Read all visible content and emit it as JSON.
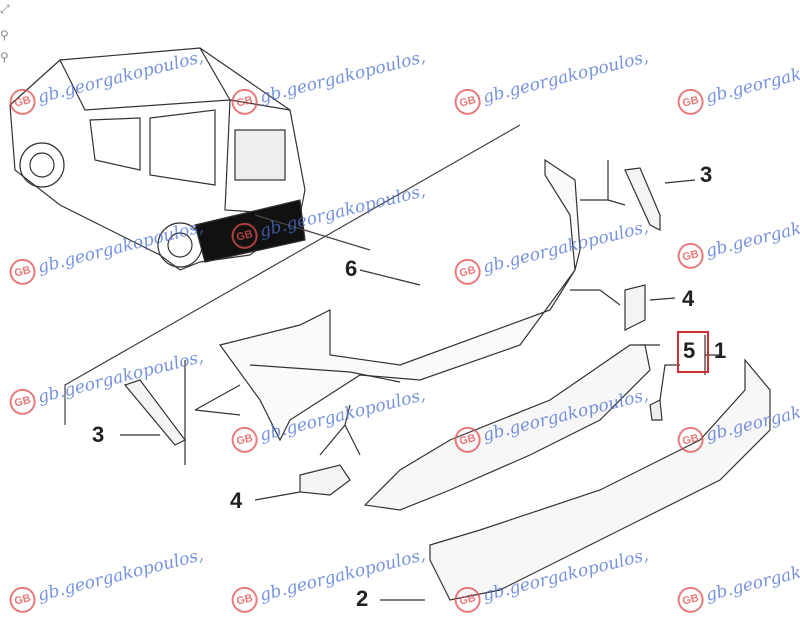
{
  "callouts": [
    "1",
    "2",
    "3",
    "3",
    "4",
    "4",
    "5",
    "6"
  ],
  "watermark": {
    "text": "gb.georgakopoulos,",
    "logo": "GB"
  },
  "tools": {
    "expand_icon": "expand-icon",
    "zoom_in_icon": "zoom-in-icon",
    "zoom_out_icon": "zoom-out-icon"
  },
  "colors": {
    "highlight": "#d03030",
    "watermark": "#4a6fd0",
    "line": "#333333"
  }
}
